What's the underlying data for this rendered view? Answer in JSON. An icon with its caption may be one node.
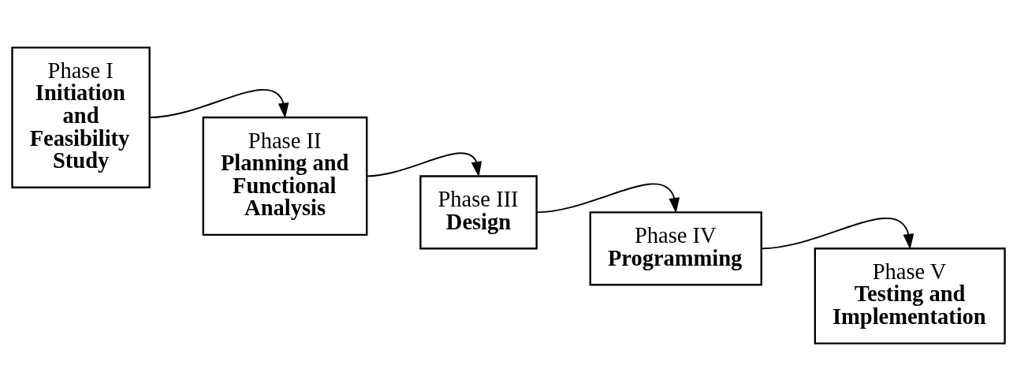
{
  "diagram": {
    "nodes": [
      {
        "text": [
          "Phase I",
          "Initiation and Feasibility Study"
        ]
      },
      {
        "text": [
          "Phase II",
          "Planning and Functional Analysis"
        ]
      },
      {
        "text": [
          "Phase III",
          "Design"
        ]
      },
      {
        "text": [
          "Phase IV",
          "Programming"
        ]
      },
      {
        "text": [
          "Phase V",
          "Testing and Implementation"
        ]
      }
    ],
    "edges": [
      {
        "from": 0,
        "to": 1,
        "arrow": "to"
      },
      {
        "from": 1,
        "to": 2,
        "arrow": "to"
      },
      {
        "from": 2,
        "to": 3,
        "arrow": "to"
      },
      {
        "from": 3,
        "to": 4,
        "arrow": "to"
      }
    ]
  }
}
